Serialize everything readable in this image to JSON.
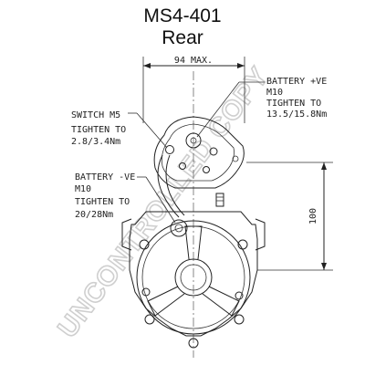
{
  "title": "MS4-401",
  "subtitle": "Rear",
  "dimensions": {
    "width": "94 MAX.",
    "height": "100"
  },
  "callouts": {
    "battery_pos": [
      "BATTERY +VE",
      "M10",
      "TIGHTEN TO",
      "13.5/15.8Nm"
    ],
    "switch": [
      "SWITCH  M5",
      "TIGHTEN TO",
      "2.8/3.4Nm"
    ],
    "battery_neg": [
      "BATTERY -VE",
      "M10",
      "TIGHTEN TO",
      "20/28Nm"
    ]
  },
  "watermark": "UNCONTROLLED COPY"
}
